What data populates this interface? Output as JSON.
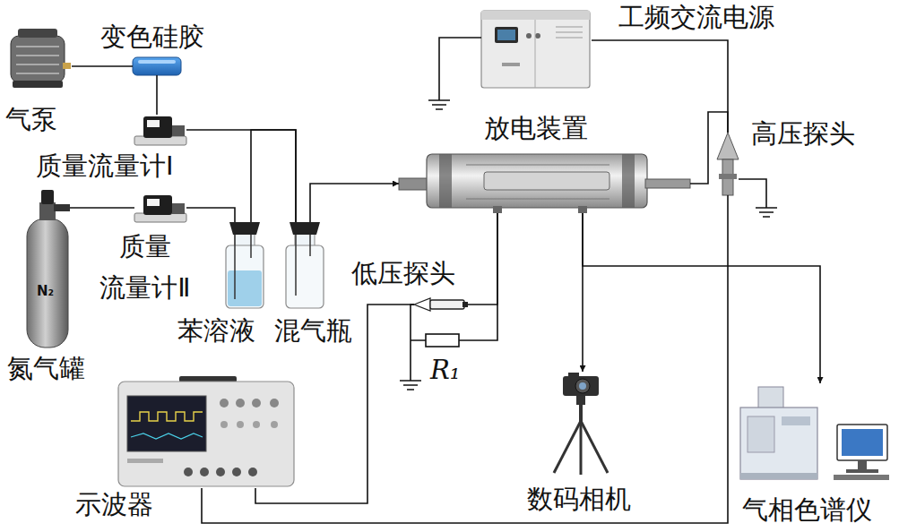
{
  "diagram": {
    "nodes": [
      {
        "text": [
          "气泵"
        ]
      },
      {
        "text": [
          "变色硅胶"
        ]
      },
      {
        "text": [
          "质量流量计Ⅰ"
        ]
      },
      {
        "text": [
          "质量 流量计Ⅱ"
        ]
      },
      {
        "text": [
          "氮气罐"
        ]
      },
      {
        "text": [
          "苯溶液"
        ]
      },
      {
        "text": [
          "混气瓶"
        ]
      },
      {
        "text": [
          "放电装置"
        ]
      },
      {
        "text": [
          "工频交流电源"
        ]
      },
      {
        "text": [
          "高压探头"
        ]
      },
      {
        "text": [
          "低压探头"
        ]
      },
      {
        "text": [
          "R₁"
        ]
      },
      {
        "text": [
          "示波器"
        ]
      },
      {
        "text": [
          "数码相机"
        ]
      },
      {
        "text": [
          "气相色谱仪"
        ]
      }
    ],
    "edges": [
      {
        "from": 0,
        "to": 1,
        "arrow": "none"
      },
      {
        "from": 1,
        "to": 2,
        "arrow": "none"
      },
      {
        "from": 4,
        "to": 3,
        "arrow": "none"
      },
      {
        "from": 2,
        "to": 6,
        "arrow": "none"
      },
      {
        "from": 3,
        "to": 5,
        "arrow": "none"
      },
      {
        "from": 5,
        "to": 6,
        "arrow": "none"
      },
      {
        "from": 6,
        "to": 7,
        "arrow": "to"
      },
      {
        "from": 8,
        "to": 9,
        "arrow": "none"
      },
      {
        "from": 7,
        "to": 9,
        "arrow": "none"
      },
      {
        "from": 7,
        "to": 10,
        "arrow": "none"
      },
      {
        "from": 7,
        "to": 11,
        "arrow": "none"
      },
      {
        "from": 10,
        "to": 12,
        "arrow": "none"
      },
      {
        "from": 9,
        "to": 12,
        "arrow": "none"
      },
      {
        "from": 7,
        "to": 13,
        "arrow": "to"
      },
      {
        "from": 7,
        "to": 14,
        "arrow": "to"
      }
    ],
    "labels": [
      "N₂"
    ]
  }
}
